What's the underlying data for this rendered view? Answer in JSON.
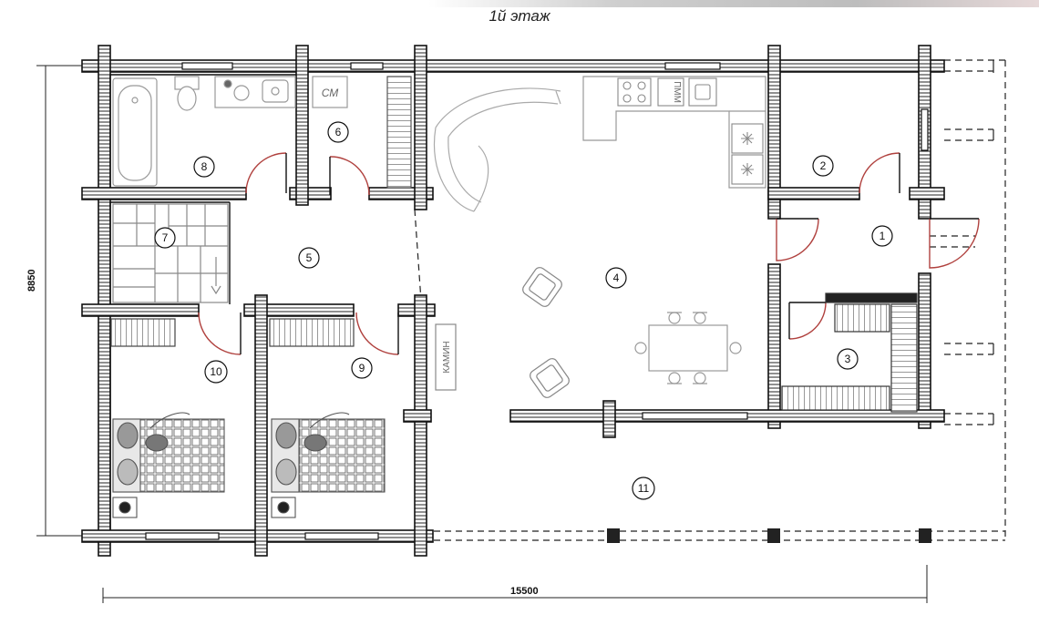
{
  "title": "1й этаж",
  "dimensions": {
    "width_label": "15500",
    "height_label": "8850"
  },
  "rooms": [
    {
      "number": "1"
    },
    {
      "number": "2"
    },
    {
      "number": "3"
    },
    {
      "number": "4"
    },
    {
      "number": "5"
    },
    {
      "number": "6"
    },
    {
      "number": "7"
    },
    {
      "number": "8"
    },
    {
      "number": "9"
    },
    {
      "number": "10"
    },
    {
      "number": "11"
    }
  ],
  "fixture_labels": {
    "washing_machine": "СМ",
    "dishwasher": "ПММ",
    "fireplace": "КАМИН"
  },
  "colors": {
    "wall": "#1a1a1a",
    "furniture": "#9a9a9a",
    "door_swing": "#b0413e"
  }
}
